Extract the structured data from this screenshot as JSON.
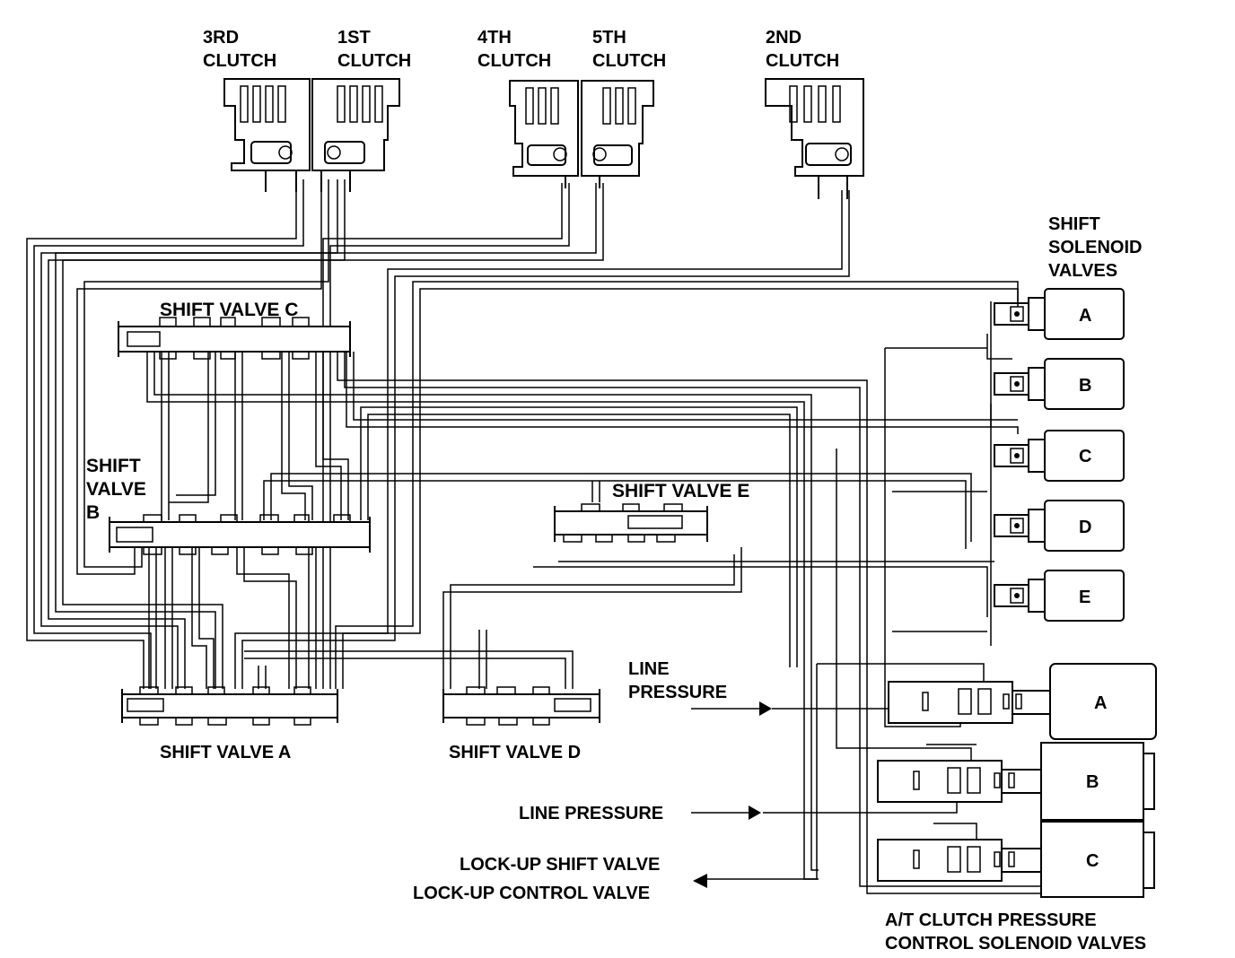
{
  "clutches": {
    "third": [
      "3RD",
      "CLUTCH"
    ],
    "first": [
      "1ST",
      "CLUTCH"
    ],
    "fourth": [
      "4TH",
      "CLUTCH"
    ],
    "fifth": [
      "5TH",
      "CLUTCH"
    ],
    "second": [
      "2ND",
      "CLUTCH"
    ]
  },
  "shift_solenoids": {
    "title": [
      "SHIFT",
      "SOLENOID",
      "VALVES"
    ],
    "labels": [
      "A",
      "B",
      "C",
      "D",
      "E"
    ]
  },
  "valves": {
    "shift_c": "SHIFT VALVE C",
    "shift_b": [
      "SHIFT",
      "VALVE",
      "B"
    ],
    "shift_e": "SHIFT VALVE E",
    "shift_a": "SHIFT VALVE A",
    "shift_d": "SHIFT VALVE D"
  },
  "line_pressure_1": [
    "LINE",
    "PRESSURE"
  ],
  "line_pressure_2": "LINE PRESSURE",
  "lockup": {
    "shift": "LOCK-UP SHIFT VALVE",
    "control": "LOCK-UP CONTROL VALVE"
  },
  "pressure_solenoids": {
    "labels": [
      "A",
      "B",
      "C"
    ],
    "title": [
      "A/T CLUTCH PRESSURE",
      "CONTROL SOLENOID VALVES"
    ]
  }
}
